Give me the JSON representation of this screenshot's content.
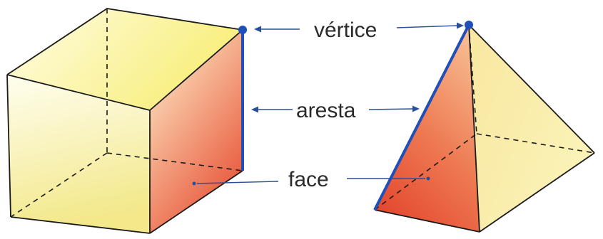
{
  "labels": {
    "vertex": "vértice",
    "edge": "aresta",
    "face": "face"
  },
  "colors": {
    "edge_highlight": "#1f4fb8",
    "outline": "#1b1b1b",
    "face_yellow": "#fbf3a0",
    "face_red": "#e8553a"
  }
}
